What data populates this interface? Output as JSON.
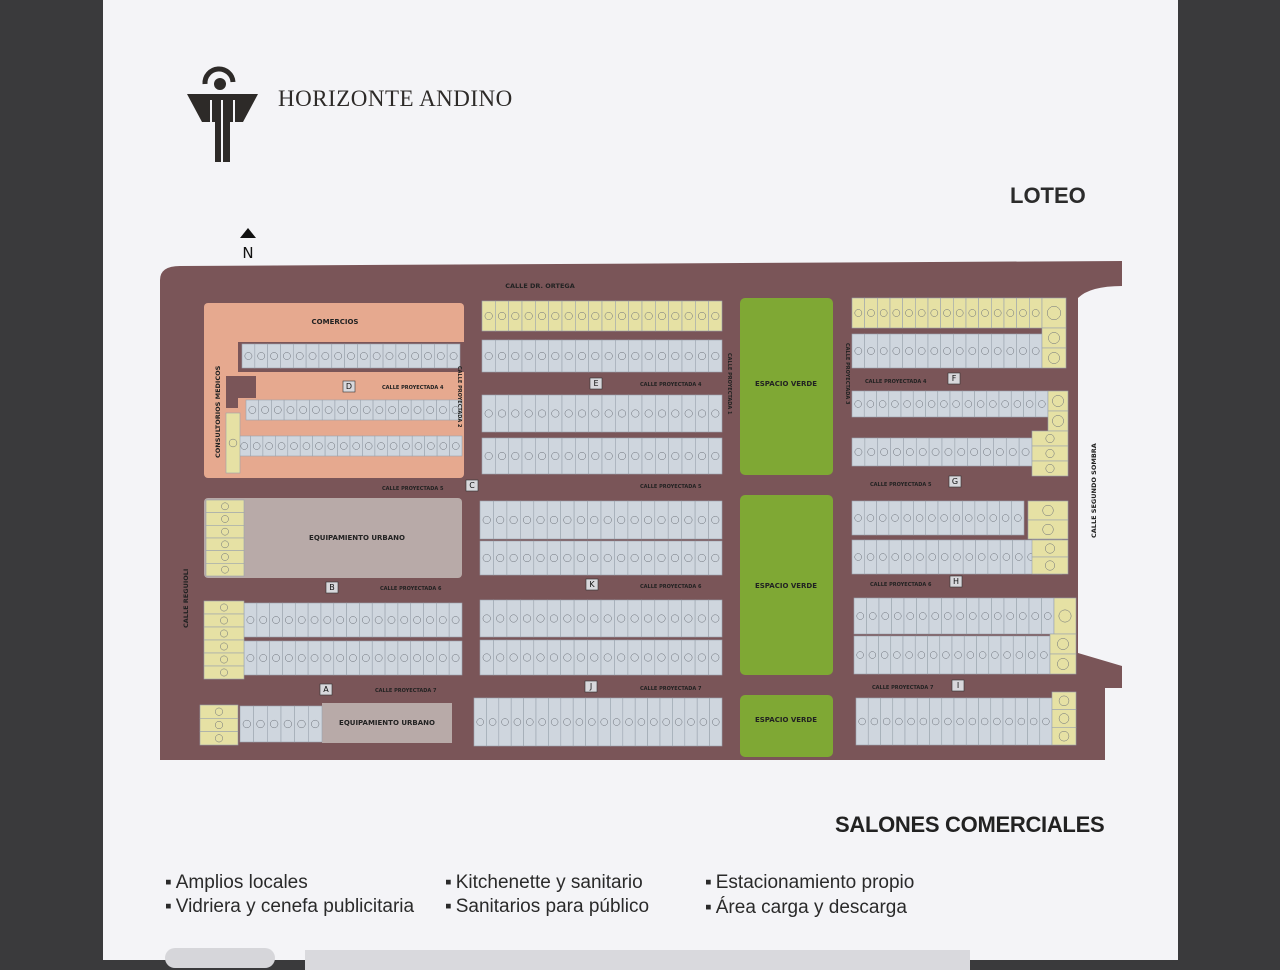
{
  "header": {
    "brand": "HORIZONTE ANDINO",
    "section_title": "LOTEO",
    "north": "N"
  },
  "colors": {
    "road": "#7a5558",
    "lot": "#cfd6de",
    "lot_border": "#9aa3ad",
    "lot_commercial": "#e6e1a4",
    "green_space": "#7fa834",
    "equipment": "#b8aaa8",
    "commerce_zone": "#e6a98f"
  },
  "map": {
    "streets": {
      "top": "CALLE DR. ORTEGA",
      "left": "CALLE REGUIOLI",
      "right": "CALLE SEGUNDO SOMBRA",
      "p1": "CALLE PROYECTADA 1",
      "p2": "CALLE PROYECTADA 2",
      "p3": "CALLE PROYECTADA 3",
      "p4": "CALLE PROYECTADA 4",
      "p5": "CALLE PROYECTADA 5",
      "p6": "CALLE PROYECTADA 6",
      "p7": "CALLE PROYECTADA 7"
    },
    "zones": {
      "commerce": "COMERCIOS",
      "medical": "CONSULTORIOS MEDICOS",
      "equip1": "EQUIPAMIENTO URBANO",
      "equip2": "EQUIPAMIENTO URBANO",
      "green1": "ESPACIO VERDE",
      "green2": "ESPACIO VERDE",
      "green3": "ESPACIO VERDE"
    },
    "blocks": {
      "A": "A",
      "B": "B",
      "C": "C",
      "D": "D",
      "E": "E",
      "F": "F",
      "G": "G",
      "H": "H",
      "I": "I",
      "J": "J",
      "K": "K"
    }
  },
  "footer": {
    "title": "SALONES COMERCIALES",
    "features": [
      "Amplios locales",
      "Vidriera y cenefa publicitaria",
      "Kitchenette y sanitario",
      "Sanitarios para público",
      "Estacionamiento propio",
      "Área carga y descarga"
    ]
  }
}
